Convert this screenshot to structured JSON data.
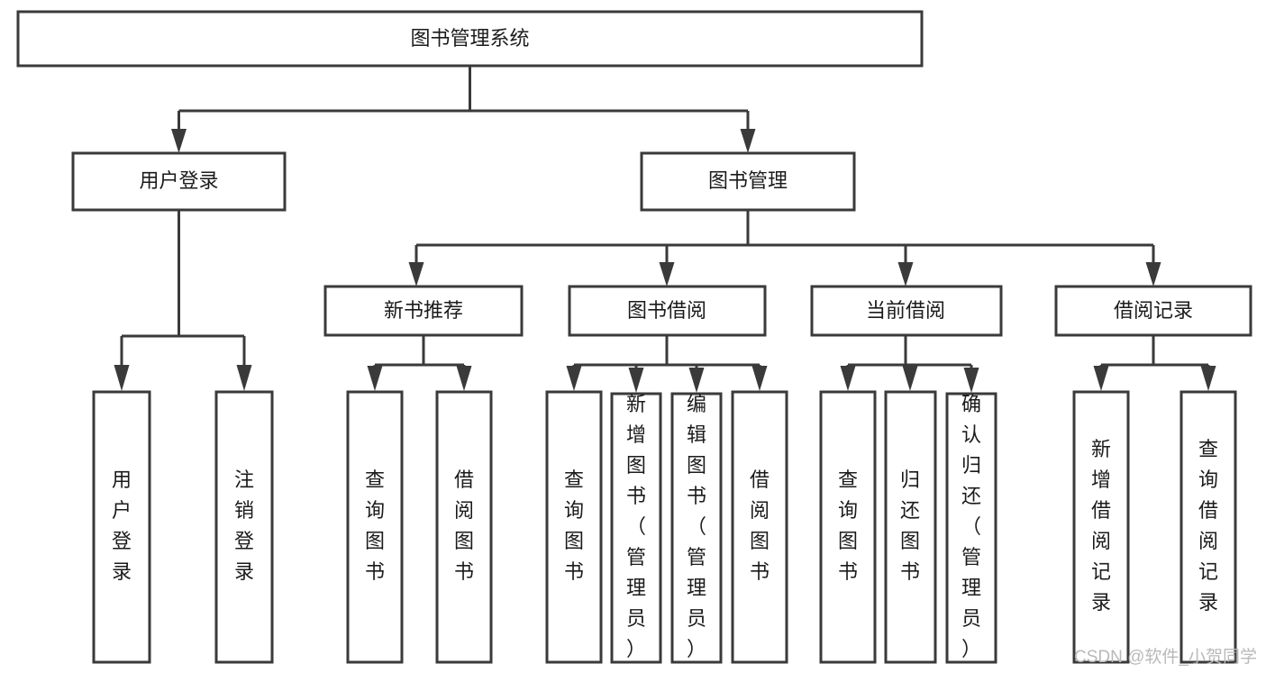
{
  "diagram": {
    "title": "图书管理系统",
    "orientation": "top-down-tree",
    "root": {
      "id": "root",
      "label": "图书管理系统",
      "text_orientation": "horizontal"
    },
    "level1": [
      {
        "id": "user-login",
        "label": "用户登录",
        "text_orientation": "horizontal"
      },
      {
        "id": "book-management",
        "label": "图书管理",
        "text_orientation": "horizontal"
      }
    ],
    "level2": [
      {
        "id": "new-book-recommend",
        "label": "新书推荐",
        "parent": "book-management",
        "text_orientation": "horizontal"
      },
      {
        "id": "book-borrow",
        "label": "图书借阅",
        "parent": "book-management",
        "text_orientation": "horizontal"
      },
      {
        "id": "current-borrow",
        "label": "当前借阅",
        "parent": "book-management",
        "text_orientation": "horizontal"
      },
      {
        "id": "borrow-record",
        "label": "借阅记录",
        "parent": "book-management",
        "text_orientation": "horizontal"
      }
    ],
    "leaves": [
      {
        "id": "leaf-user-login",
        "label": "用户登录",
        "parent": "user-login",
        "text_orientation": "vertical"
      },
      {
        "id": "leaf-user-logout",
        "label": "注销登录",
        "parent": "user-login",
        "text_orientation": "vertical"
      },
      {
        "id": "leaf-query-book-recommend",
        "label": "查询图书",
        "parent": "new-book-recommend",
        "text_orientation": "vertical"
      },
      {
        "id": "leaf-borrow-book-recommend",
        "label": "借阅图书",
        "parent": "new-book-recommend",
        "text_orientation": "vertical"
      },
      {
        "id": "leaf-query-book-borrow",
        "label": "查询图书",
        "parent": "book-borrow",
        "text_orientation": "vertical"
      },
      {
        "id": "leaf-add-book-admin",
        "label": "新增图书（管理员）",
        "parent": "book-borrow",
        "text_orientation": "vertical"
      },
      {
        "id": "leaf-edit-book-admin",
        "label": "编辑图书（管理员）",
        "parent": "book-borrow",
        "text_orientation": "vertical"
      },
      {
        "id": "leaf-borrow-book",
        "label": "借阅图书",
        "parent": "book-borrow",
        "text_orientation": "vertical"
      },
      {
        "id": "leaf-query-book-current",
        "label": "查询图书",
        "parent": "current-borrow",
        "text_orientation": "vertical"
      },
      {
        "id": "leaf-return-book",
        "label": "归还图书",
        "parent": "current-borrow",
        "text_orientation": "vertical"
      },
      {
        "id": "leaf-confirm-return-admin",
        "label": "确认归还（管理员）",
        "parent": "current-borrow",
        "text_orientation": "vertical"
      },
      {
        "id": "leaf-add-borrow-record",
        "label": "新增借阅记录",
        "parent": "borrow-record",
        "text_orientation": "vertical"
      },
      {
        "id": "leaf-query-borrow-record",
        "label": "查询借阅记录",
        "parent": "borrow-record",
        "text_orientation": "vertical"
      }
    ],
    "colors": {
      "stroke": "#3a3a3a",
      "fill": "#ffffff",
      "text": "#1b1b1b",
      "watermark": "#b9b9b9",
      "background": "#ffffff"
    }
  },
  "watermark": {
    "text": "CSDN @软件_小贺同学"
  }
}
